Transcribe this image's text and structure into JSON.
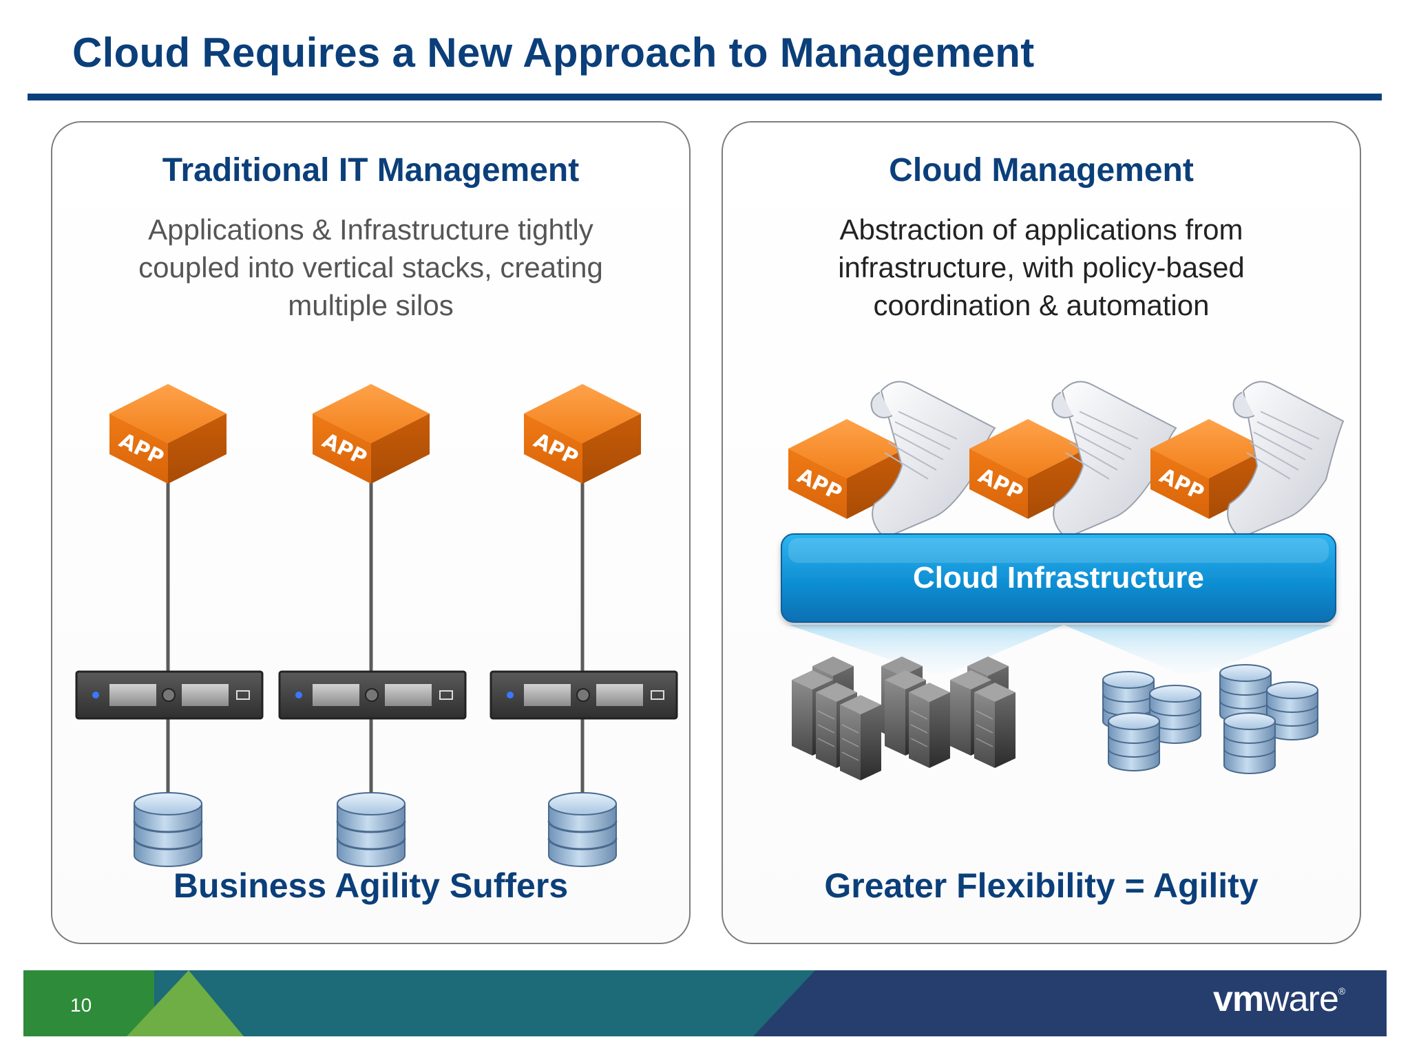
{
  "slide": {
    "title": "Cloud Requires a New Approach to Management",
    "page_number": "10",
    "brand": {
      "name_bold": "vm",
      "name_light": "ware",
      "mark": "®"
    }
  },
  "left_panel": {
    "heading": "Traditional IT Management",
    "description": "Applications & Infrastructure tightly\ncoupled into vertical stacks, creating\nmultiple silos",
    "footer": "Business Agility Suffers",
    "stacks": [
      {
        "app_label": "APP",
        "icons": [
          "app-box-icon",
          "server-icon",
          "database-icon"
        ]
      },
      {
        "app_label": "APP",
        "icons": [
          "app-box-icon",
          "server-icon",
          "database-icon"
        ]
      },
      {
        "app_label": "APP",
        "icons": [
          "app-box-icon",
          "server-icon",
          "database-icon"
        ]
      }
    ]
  },
  "right_panel": {
    "heading": "Cloud Management",
    "description": "Abstraction of applications from\ninfrastructure, with policy-based\ncoordination & automation",
    "footer": "Greater Flexibility = Agility",
    "apps": [
      {
        "app_label": "APP",
        "icon": "app-box-with-policy-scroll-icon"
      },
      {
        "app_label": "APP",
        "icon": "app-box-with-policy-scroll-icon"
      },
      {
        "app_label": "APP",
        "icon": "app-box-with-policy-scroll-icon"
      }
    ],
    "cloud_infrastructure_label": "Cloud Infrastructure",
    "resources": [
      "server-rack-cluster-icon",
      "database-cluster-icon"
    ]
  },
  "colors": {
    "title_blue": "#0b3f7a",
    "app_orange": "#e87511",
    "cloud_blue": "#1296d8",
    "footer_green": "#2e8b3a",
    "footer_teal": "#1d6a78",
    "footer_navy": "#253e6e"
  }
}
